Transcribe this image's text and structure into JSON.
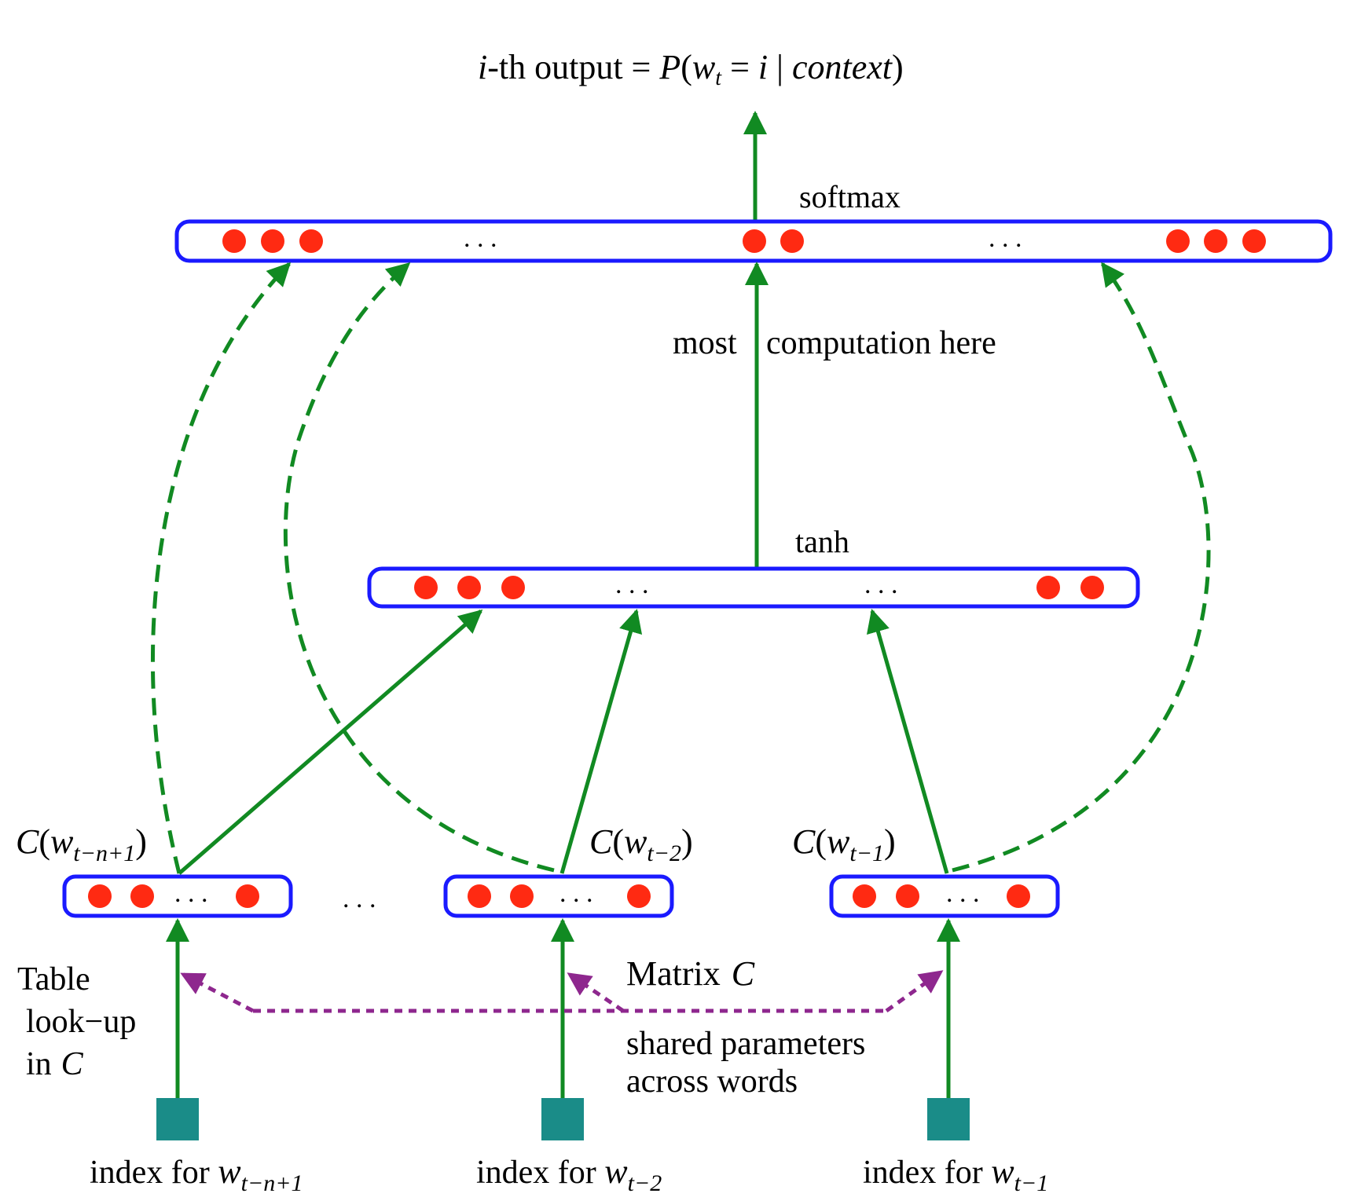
{
  "colors": {
    "layer_border": "#1a1aff",
    "neuron": "#ff2a12",
    "arrow": "#118a22",
    "shared_arrow": "#8e278e",
    "index_box": "#1a8c88"
  },
  "output": {
    "prefix": "i",
    "text": "-th output = ",
    "P": "P",
    "open": "(",
    "w": "w",
    "w_sub": "t",
    "eq": " = ",
    "i": "i",
    "bar": " | ",
    "context": "context",
    "close": ")"
  },
  "labels": {
    "softmax": "softmax",
    "tanh": "tanh",
    "most": "most",
    "computation": "computation here",
    "matrix_word": "Matrix",
    "matrix_C": "C",
    "shared_line1": "shared parameters",
    "shared_line2": "across words",
    "table_line1": "Table",
    "table_line2": "look−up",
    "table_line3_word": "in",
    "table_line3_C": "C",
    "ellipsis": ". . .",
    "between_ellipsis": ". . ."
  },
  "embeddings": [
    {
      "C": "C",
      "open": "(",
      "w": "w",
      "sub": "t−n+1",
      "close": ")",
      "index_text": "index for ",
      "index_w": "w",
      "index_sub": "t−n+1"
    },
    {
      "C": "C",
      "open": "(",
      "w": "w",
      "sub": "t−2",
      "close": ")",
      "index_text": "index for ",
      "index_w": "w",
      "index_sub": "t−2"
    },
    {
      "C": "C",
      "open": "(",
      "w": "w",
      "sub": "t−1",
      "close": ")",
      "index_text": "index for ",
      "index_w": "w",
      "index_sub": "t−1"
    }
  ]
}
